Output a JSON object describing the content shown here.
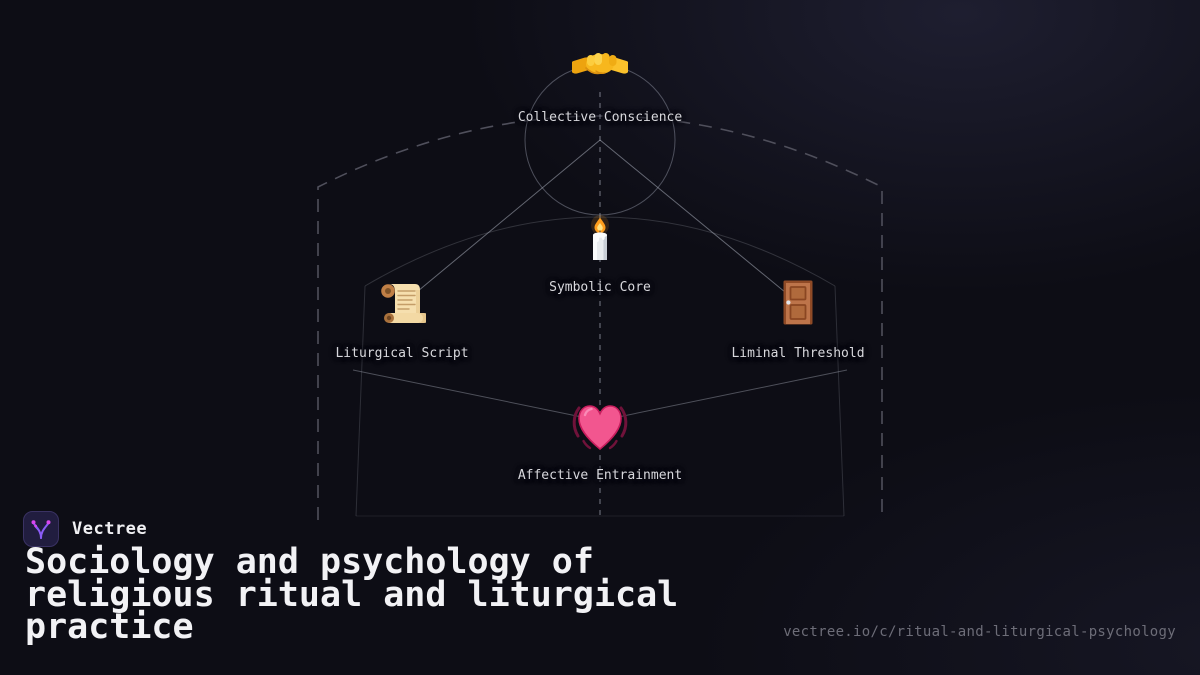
{
  "brand": {
    "name": "Vectree",
    "logo_icon": "vectree-logo-icon"
  },
  "title": "Sociology and psychology of religious ritual and liturgical practice",
  "footer_url": "vectree.io/c/ritual-and-liturgical-psychology",
  "diagram": {
    "nodes": [
      {
        "id": "collective-conscience",
        "label": "Collective Conscience",
        "icon": "handshake-icon"
      },
      {
        "id": "symbolic-core",
        "label": "Symbolic Core",
        "icon": "candle-icon"
      },
      {
        "id": "liturgical-script",
        "label": "Liturgical Script",
        "icon": "scroll-icon"
      },
      {
        "id": "liminal-threshold",
        "label": "Liminal Threshold",
        "icon": "door-icon"
      },
      {
        "id": "affective-entrainment",
        "label": "Affective Entrainment",
        "icon": "beating-heart-icon"
      }
    ],
    "edges": [
      {
        "from": "collective-conscience",
        "to": "liturgical-script",
        "style": "solid-arrow"
      },
      {
        "from": "collective-conscience",
        "to": "liminal-threshold",
        "style": "solid"
      },
      {
        "from": "liturgical-script",
        "to": "symbolic-core",
        "style": "curved"
      },
      {
        "from": "symbolic-core",
        "to": "liminal-threshold",
        "style": "curved"
      },
      {
        "from": "liturgical-script",
        "to": "affective-entrainment",
        "style": "solid"
      },
      {
        "from": "liminal-threshold",
        "to": "affective-entrainment",
        "style": "solid"
      }
    ]
  },
  "colors": {
    "background": "#0d0d15",
    "title_text": "#f2f2f5",
    "label_text": "#d8d8dd",
    "url_text": "#6d6d78",
    "line_gray": "#9aa0ab",
    "dashed_gray": "#4f4f5b",
    "logo_purple": "#8b5cf6",
    "logo_dot_pink": "#d946ef",
    "logo_bg": "#211d3f"
  }
}
